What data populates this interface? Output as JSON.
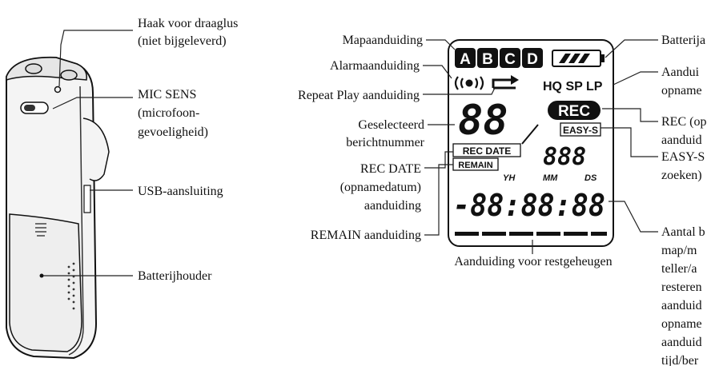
{
  "left_labels": {
    "strap_hook_1": "Haak voor draaglus",
    "strap_hook_2": "(niet bijgeleverd)",
    "mic_sens_1": "MIC SENS",
    "mic_sens_2": "(microfoon-",
    "mic_sens_3": "gevoeligheid)",
    "usb": "USB-aansluiting",
    "battery_holder": "Batterijhouder"
  },
  "display_labels": {
    "folder": "Mapaanduiding",
    "alarm": "Alarmaanduiding",
    "repeat": "Repeat Play aanduiding",
    "selected_1": "Geselecteerd",
    "selected_2": "berichtnummer",
    "recdate_1": "REC DATE",
    "recdate_2": "(opnamedatum)",
    "recdate_3": "aanduiding",
    "remain": "REMAIN aanduiding",
    "memory": "Aanduiding voor restgeheugen"
  },
  "right_labels": {
    "battery": "Batterija",
    "mode_1": "Aandui",
    "mode_2": "opname",
    "rec_1": "REC (op",
    "rec_2": "aanduid",
    "easy_1": "EASY-S",
    "easy_2": "zoeken)",
    "count_1": "Aantal b",
    "count_2": "map/m",
    "count_3": "teller/a",
    "count_4": "resteren",
    "count_5": "aanduid",
    "count_6": "opname",
    "count_7": "aanduid",
    "count_8": "tijd/ber"
  },
  "lcd": {
    "folders": [
      "A",
      "B",
      "C",
      "D"
    ],
    "mode": "HQ SP LP",
    "number": "88",
    "rec": "REC",
    "easy": "EASY-S",
    "rec_date": "REC DATE",
    "counter": "888",
    "remain": "REMAIN",
    "yh": "YH",
    "mm": "MM",
    "ds": "DS",
    "time": "-88:88:88"
  }
}
